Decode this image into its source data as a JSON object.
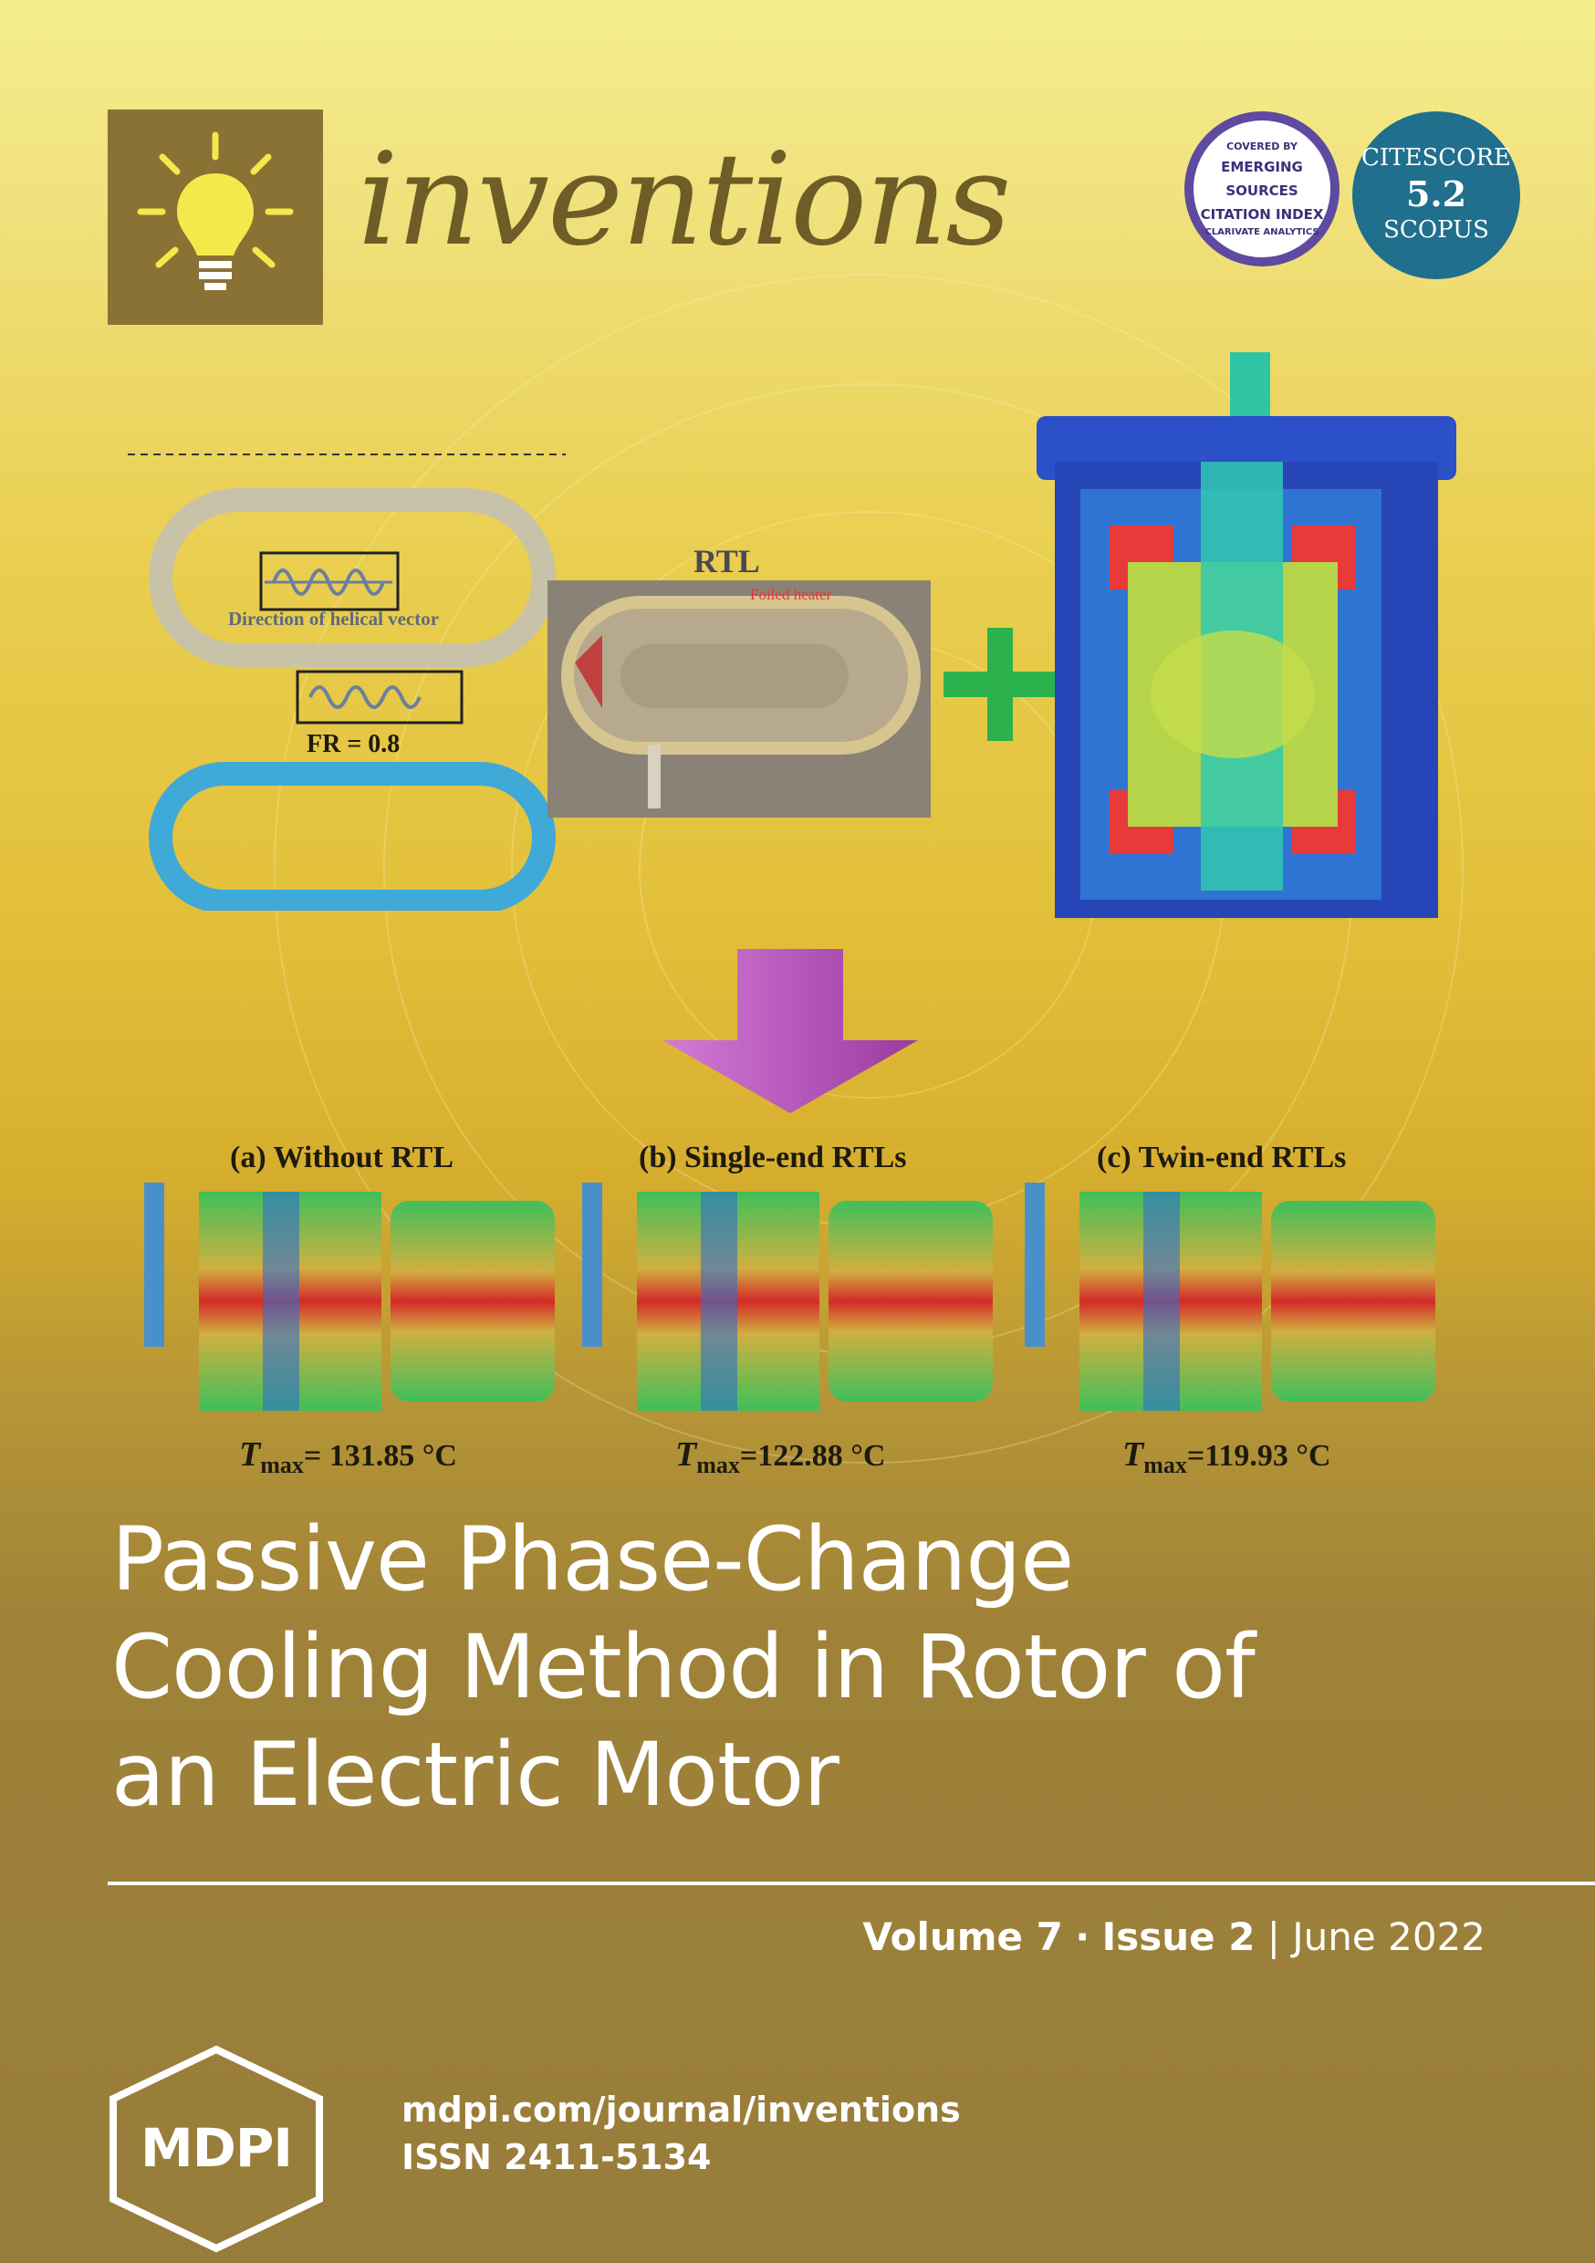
{
  "journal": {
    "name": "inventions"
  },
  "badges": {
    "esci": {
      "covered_by": "COVERED BY",
      "line1": "EMERGING",
      "line2": "SOURCES",
      "line3": "CITATION INDEX",
      "publisher": "CLARIVATE ANALYTICS"
    },
    "citescore": {
      "label": "CITESCORE",
      "value": "5.2",
      "source": "SCOPUS"
    }
  },
  "figure": {
    "diagram_label": "Direction of helical vector",
    "fr_label": "FR = 0.8",
    "photo_title": "RTL",
    "photo_tag": "Foiled heater",
    "panels": [
      {
        "label": "(a) Without RTL",
        "tmax": "= 131.85 °C"
      },
      {
        "label": "(b) Single-end RTLs",
        "tmax": "=122.88 °C"
      },
      {
        "label": "(c) Twin-end RTLs",
        "tmax": "=119.93 °C"
      }
    ],
    "tmax_symbol": "T",
    "tmax_sub": "max"
  },
  "article": {
    "title_line1": "Passive Phase-Change",
    "title_line2": "Cooling Method in Rotor of",
    "title_line3": "an Electric Motor"
  },
  "issue": {
    "volume": "Volume 7",
    "separator": "·",
    "issue": "Issue 2",
    "bar": "|",
    "date": "June 2022"
  },
  "publisher": {
    "logo_text": "MDPI",
    "url": "mdpi.com/journal/inventions",
    "issn": "ISSN 2411-5134"
  },
  "colors": {
    "brand": "#8a7234",
    "title": "#ffffff",
    "citescore": "#1f6f8d",
    "arrow": "#b552b8"
  }
}
